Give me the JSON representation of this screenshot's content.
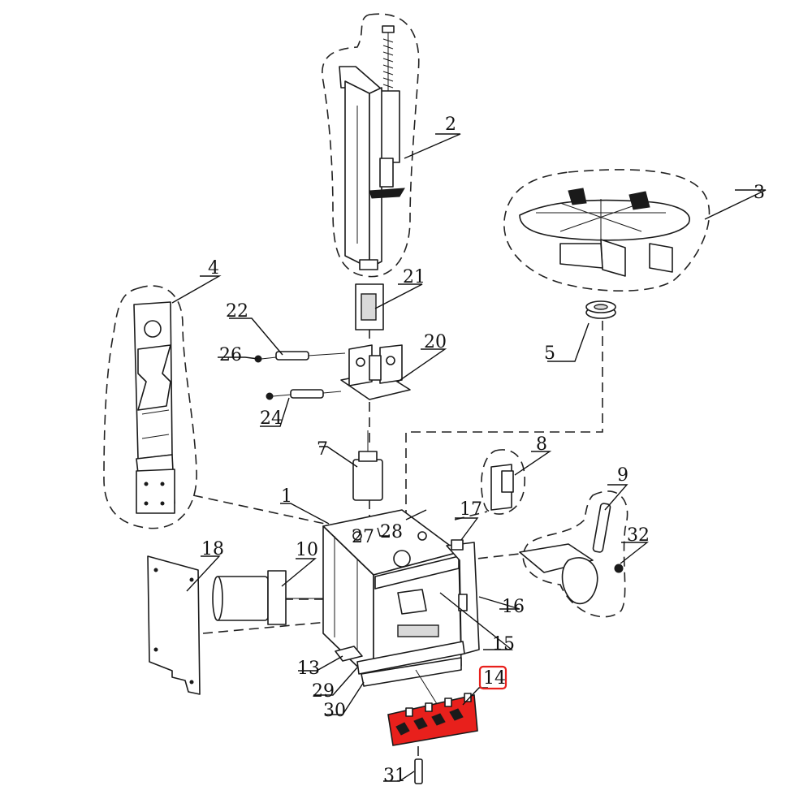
{
  "diagram": {
    "highlight_color": "#e8201c",
    "line_color": "#111111",
    "highlighted_part": "14",
    "parts": [
      "1",
      "2",
      "3",
      "4",
      "5",
      "7",
      "8",
      "9",
      "10",
      "13",
      "14",
      "15",
      "16",
      "17",
      "18",
      "20",
      "21",
      "22",
      "24",
      "26",
      "27",
      "28",
      "29",
      "30",
      "31",
      "32"
    ]
  }
}
